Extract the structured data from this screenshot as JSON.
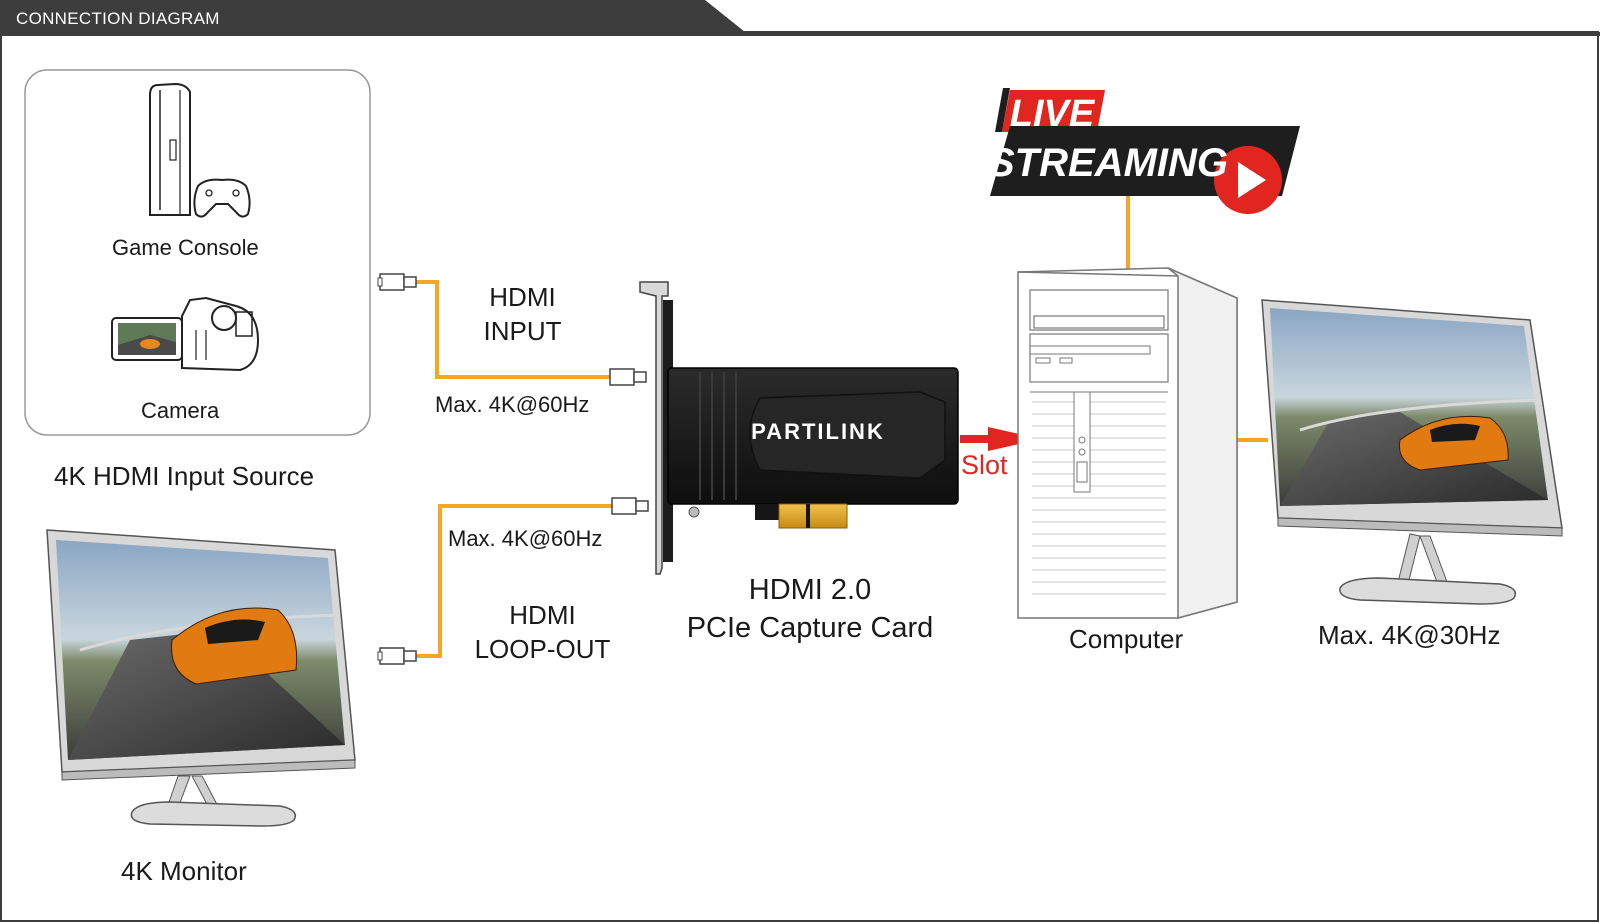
{
  "header": {
    "title": "CONNECTION DIAGRAM"
  },
  "source": {
    "game_console_label": "Game Console",
    "camera_label": "Camera",
    "group_label": "4K HDMI Input Source"
  },
  "hdmi_input": {
    "line1": "HDMI",
    "line2": "INPUT",
    "spec": "Max. 4K@60Hz"
  },
  "hdmi_loop": {
    "line1": "HDMI",
    "line2": "LOOP-OUT",
    "spec": "Max. 4K@60Hz"
  },
  "card": {
    "brand": "PARTILINK",
    "line1": "HDMI 2.0",
    "line2": "PCIe Capture Card"
  },
  "slot_label": "Slot",
  "live": {
    "line1": "LIVE",
    "line2": "STREAMING"
  },
  "computer_label": "Computer",
  "monitor_right_label": "Max. 4K@30Hz",
  "monitor_left_label": "4K Monitor",
  "colors": {
    "cable": "#f5a623",
    "header": "#3d3d3d",
    "accent_red": "#e0261f"
  }
}
